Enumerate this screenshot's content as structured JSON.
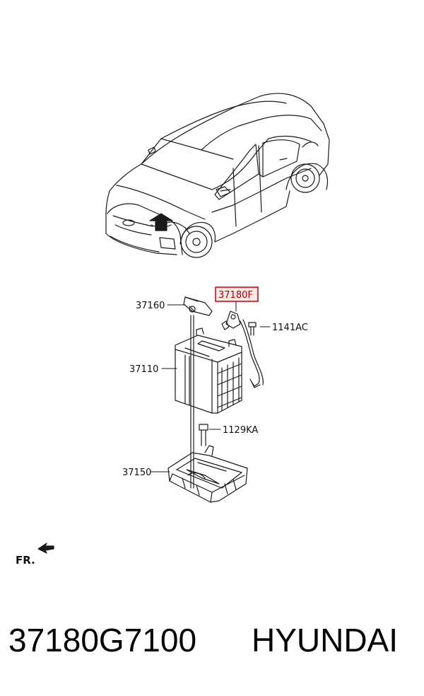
{
  "labels": {
    "l37160": "37160",
    "l37180F": "37180F",
    "l1141AC": "1141AC",
    "l37110": "37110",
    "l1129KA": "1129KA",
    "l37150": "37150"
  },
  "direction": {
    "fr": "FR."
  },
  "footer": {
    "part_number": "37180G7100",
    "brand": "HYUNDAI"
  },
  "colors": {
    "highlight": "#cc0000",
    "line": "#1a1a1a"
  }
}
